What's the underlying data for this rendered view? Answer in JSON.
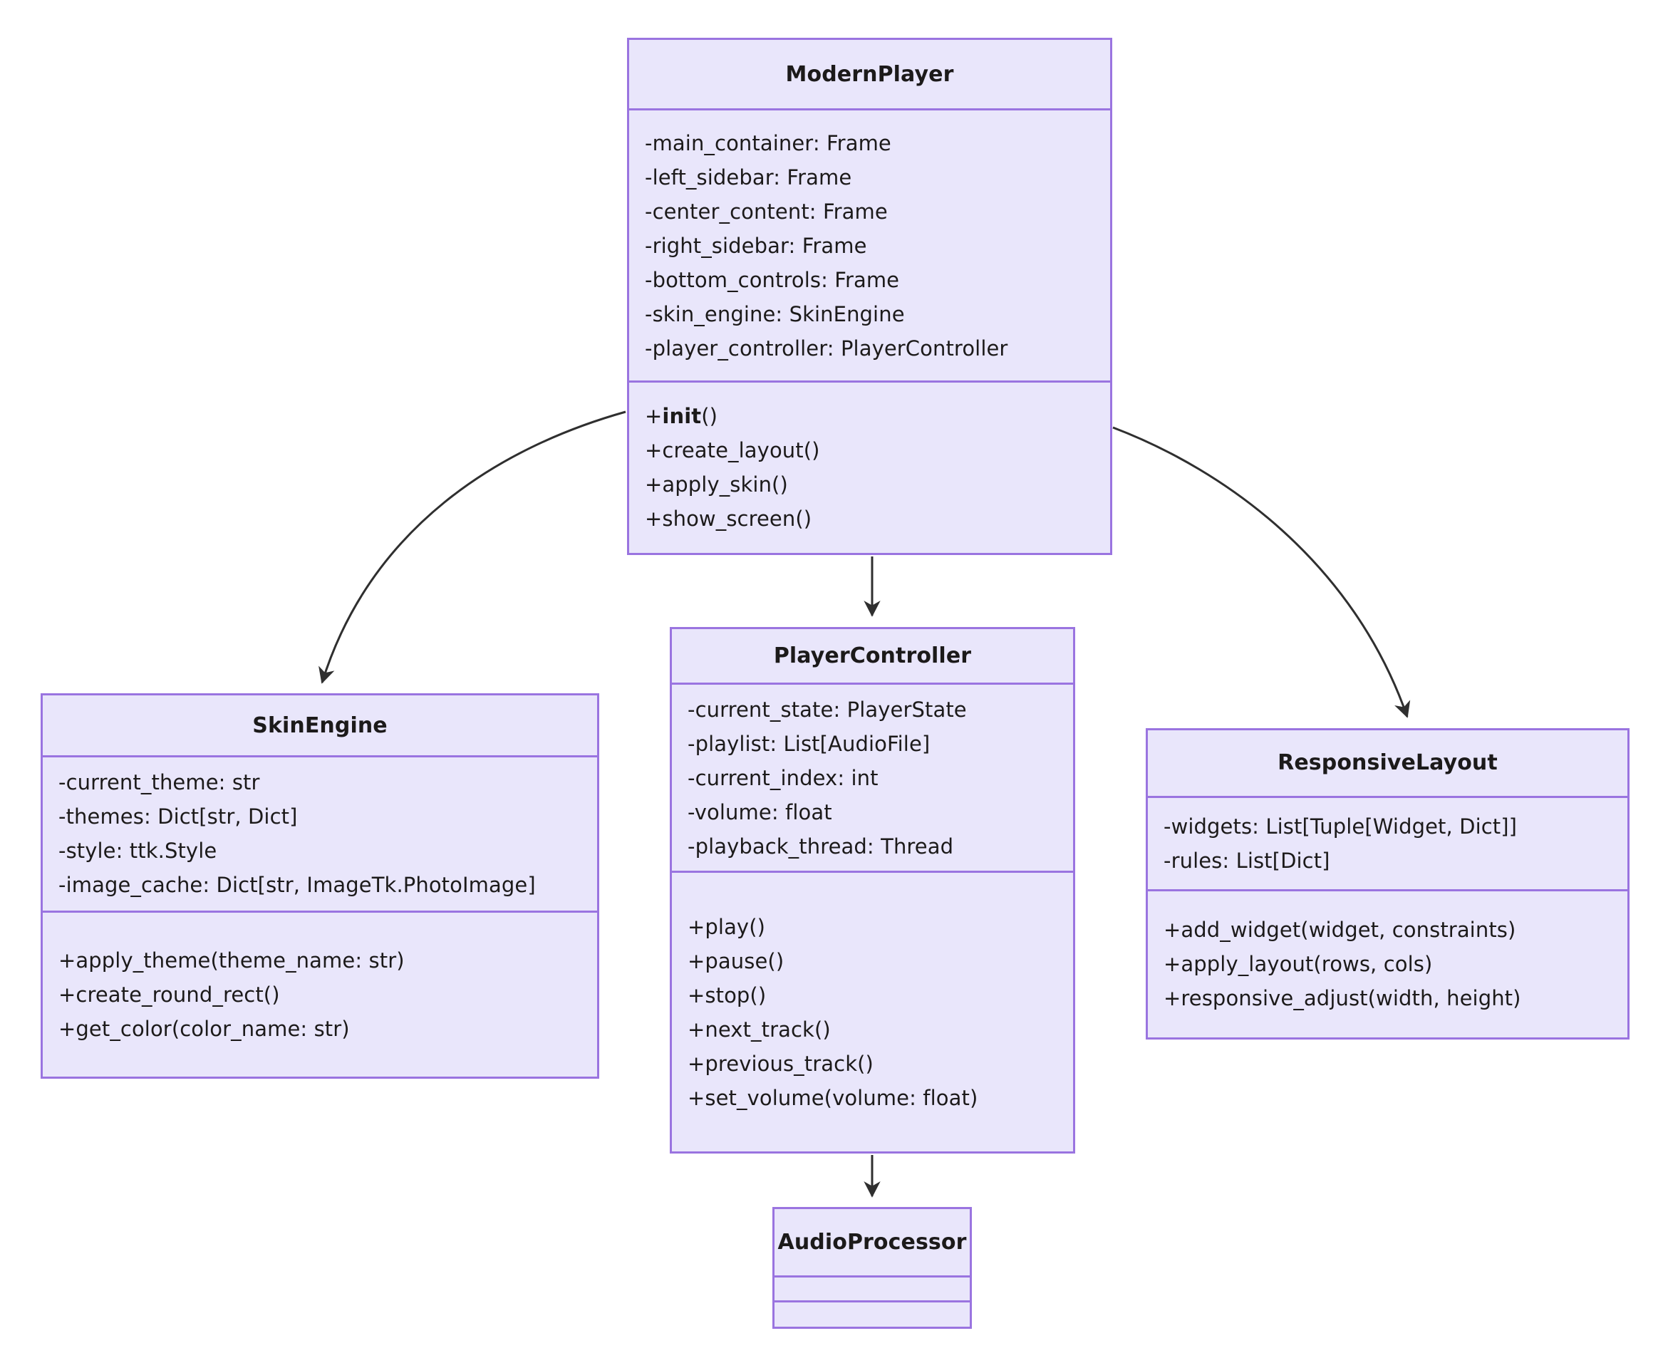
{
  "diagram": {
    "type": "uml-class-diagram",
    "background_color": "#ffffff",
    "box_fill_color": "#e9e6fb",
    "box_border_color": "#9a74e0",
    "edge_color": "#2f2f2f",
    "text_color": "#1c1a1a"
  },
  "classes": {
    "modern_player": {
      "name": "ModernPlayer",
      "attributes": [
        "-main_container: Frame",
        "-left_sidebar: Frame",
        "-center_content: Frame",
        "-right_sidebar: Frame",
        "-bottom_controls: Frame",
        "-skin_engine: SkinEngine",
        "-player_controller: PlayerController"
      ],
      "methods": [
        {
          "prefix": "+",
          "bold": "init",
          "suffix": "()"
        },
        {
          "prefix": "",
          "bold": "",
          "suffix": "+create_layout()"
        },
        {
          "prefix": "",
          "bold": "",
          "suffix": "+apply_skin()"
        },
        {
          "prefix": "",
          "bold": "",
          "suffix": "+show_screen()"
        }
      ],
      "methods_text": [
        "+init()",
        "+create_layout()",
        "+apply_skin()",
        "+show_screen()"
      ]
    },
    "skin_engine": {
      "name": "SkinEngine",
      "attributes": [
        "-current_theme: str",
        "-themes: Dict[str, Dict]",
        "-style: ttk.Style",
        "-image_cache: Dict[str, ImageTk.PhotoImage]"
      ],
      "methods": [
        "+apply_theme(theme_name: str)",
        "+create_round_rect()",
        "+get_color(color_name: str)"
      ]
    },
    "player_controller": {
      "name": "PlayerController",
      "attributes": [
        "-current_state: PlayerState",
        "-playlist: List[AudioFile]",
        "-current_index: int",
        "-volume: float",
        "-playback_thread: Thread"
      ],
      "methods": [
        "+play()",
        "+pause()",
        "+stop()",
        "+next_track()",
        "+previous_track()",
        "+set_volume(volume: float)"
      ]
    },
    "responsive_layout": {
      "name": "ResponsiveLayout",
      "attributes": [
        "-widgets: List[Tuple[Widget, Dict]]",
        "-rules: List[Dict]"
      ],
      "methods": [
        "+add_widget(widget, constraints)",
        "+apply_layout(rows, cols)",
        "+responsive_adjust(width, height)"
      ]
    },
    "audio_processor": {
      "name": "AudioProcessor",
      "attributes": [],
      "methods": []
    }
  },
  "relationships": [
    {
      "from": "ModernPlayer",
      "to": "SkinEngine",
      "style": "curved-arrow"
    },
    {
      "from": "ModernPlayer",
      "to": "PlayerController",
      "style": "straight-arrow"
    },
    {
      "from": "ModernPlayer",
      "to": "ResponsiveLayout",
      "style": "curved-arrow"
    },
    {
      "from": "PlayerController",
      "to": "AudioProcessor",
      "style": "straight-arrow"
    }
  ]
}
